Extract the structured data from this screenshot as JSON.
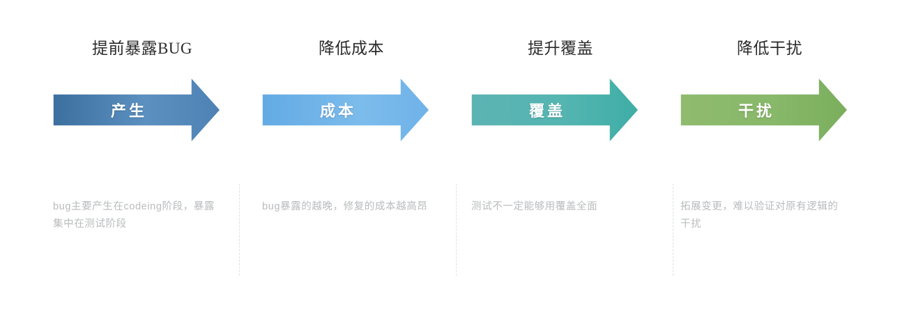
{
  "page": {
    "background": "#ffffff",
    "divider_color": "#dddfe1"
  },
  "columns": [
    {
      "heading": "提前暴露BUG",
      "arrow_label": "产生",
      "arrow_color_start": "#3c6f9e",
      "arrow_color_end": "#5b90c0",
      "description": "bug主要产生在codeing阶段，暴露集中在测试阶段"
    },
    {
      "heading": "降低成本",
      "arrow_label": "成本",
      "arrow_color_start": "#63aae4",
      "arrow_color_end": "#7cbcec",
      "description": "bug暴露的越晚，修复的成本越高昂"
    },
    {
      "heading": "提升覆盖",
      "arrow_label": "覆盖",
      "arrow_color_start": "#5cb3b3",
      "arrow_color_end": "#49b3ac",
      "description": "测试不一定能够用覆盖全面"
    },
    {
      "heading": "降低干扰",
      "arrow_label": "干扰",
      "arrow_color_start": "#8fbb6f",
      "arrow_color_end": "#7fb262",
      "description": "拓展变更，难以验证对原有逻辑的干扰"
    }
  ]
}
